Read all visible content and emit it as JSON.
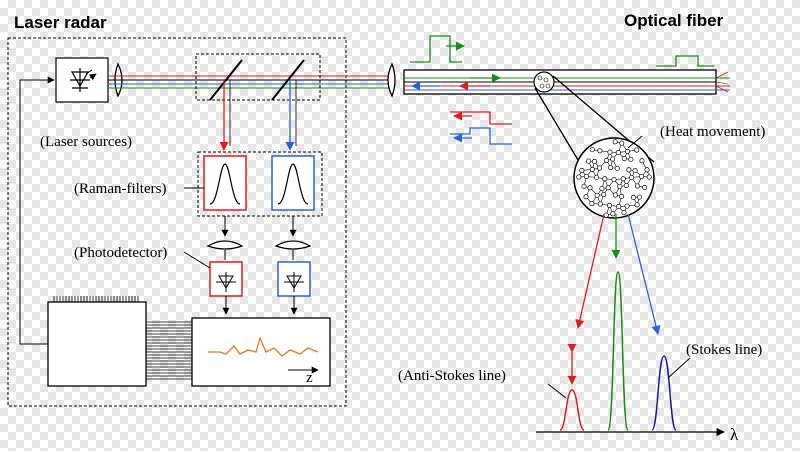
{
  "diagram": {
    "titles": {
      "laser_radar": "Laser radar",
      "optical_fiber": "Optical fiber"
    },
    "labels": {
      "laser_sources": "(Laser sources)",
      "raman_filters": "(Raman-filters)",
      "photodetector": "(Photodetector)",
      "heat_movement": "(Heat movement)",
      "anti_stokes": "(Anti-Stokes line)",
      "stokes": "(Stokes line)",
      "distance_axis": "z",
      "wavelength_axis": "λ"
    },
    "colors": {
      "red": "#e41b1b",
      "green": "#1a8c1a",
      "blue": "#2a62d4",
      "dark_blue": "#1a1aa0",
      "orange": "#e87722",
      "line": "#000000"
    }
  }
}
